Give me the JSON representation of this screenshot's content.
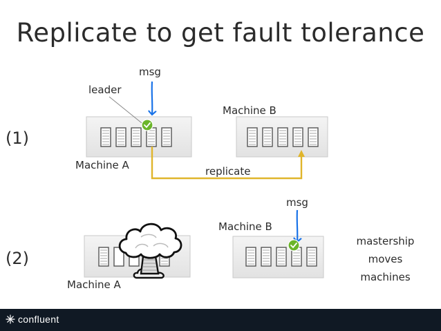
{
  "title": "Replicate to get fault tolerance",
  "step1": {
    "marker": "(1)",
    "msg": "msg",
    "leader": "leader",
    "machine_a": "Machine A",
    "machine_b": "Machine B",
    "replicate": "replicate"
  },
  "step2": {
    "marker": "(2)",
    "msg": "msg",
    "machine_a": "Machine A",
    "machine_b": "Machine B",
    "note": [
      "mastership",
      "moves",
      "machines"
    ]
  },
  "footer": {
    "logo_text": "confluent"
  },
  "colors": {
    "arrow_blue": "#1a73e8",
    "replicate_yellow": "#e0b52b",
    "check_green": "#6bb52a",
    "footer_bg": "#101924"
  },
  "icons": [
    "check-icon",
    "mushroom-cloud-icon",
    "confluent-logo-icon"
  ]
}
